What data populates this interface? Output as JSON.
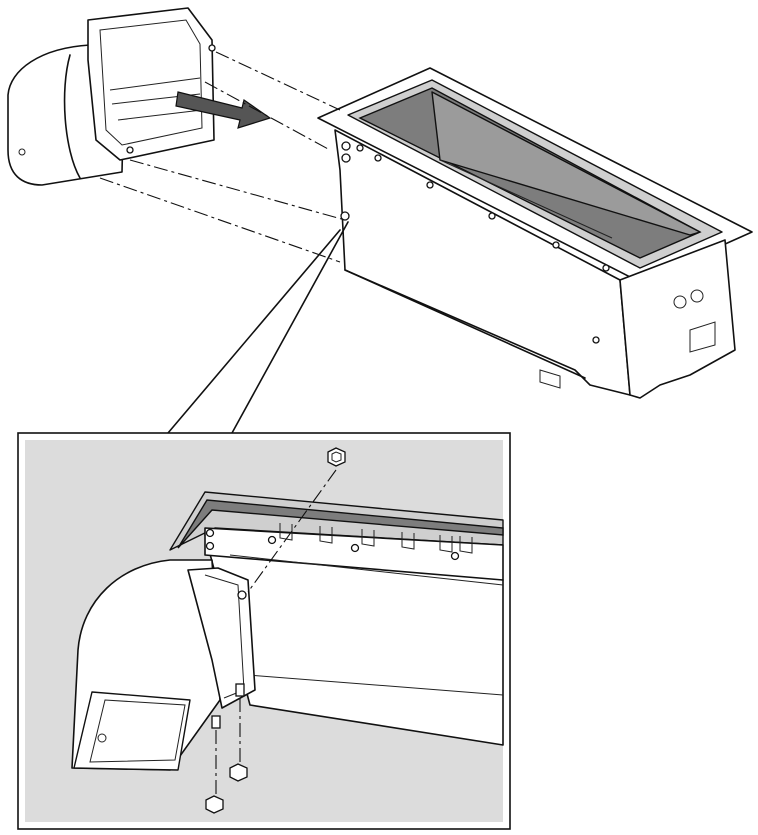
{
  "figure": {
    "colors": {
      "line": "#111111",
      "inset_background": "#dcdcdc",
      "glass": "#7d7d7d",
      "face": "#ffffff"
    },
    "icons": [
      "duct-elbow",
      "housing-box",
      "nut",
      "bolt",
      "arrow-right"
    ]
  }
}
